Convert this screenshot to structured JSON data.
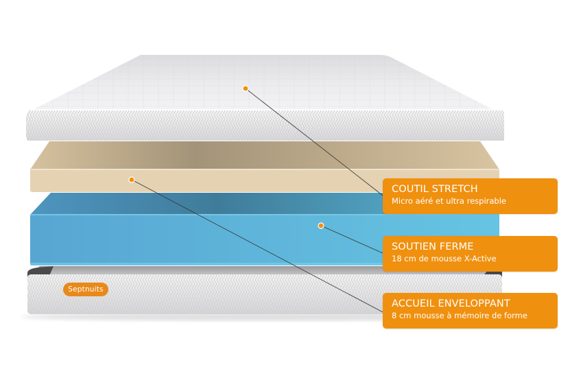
{
  "product": {
    "brand": "Septnuits",
    "accent_color": "#f0900f",
    "layers": [
      {
        "id": "top-cover",
        "color": "#eeeeee"
      },
      {
        "id": "memory-foam",
        "color": "#e4d2b2"
      },
      {
        "id": "support-foam",
        "color": "#5aaed6"
      },
      {
        "id": "base-cover",
        "color": "#e6e6e6"
      }
    ]
  },
  "callouts": [
    {
      "title": "COUTIL STRETCH",
      "subtitle": "Micro aéré et ultra respirable"
    },
    {
      "title": "SOUTIEN FERME",
      "subtitle": "18 cm de mousse X-Active"
    },
    {
      "title": "ACCUEIL ENVELOPPANT",
      "subtitle": "8 cm mousse à mémoire de forme"
    }
  ]
}
